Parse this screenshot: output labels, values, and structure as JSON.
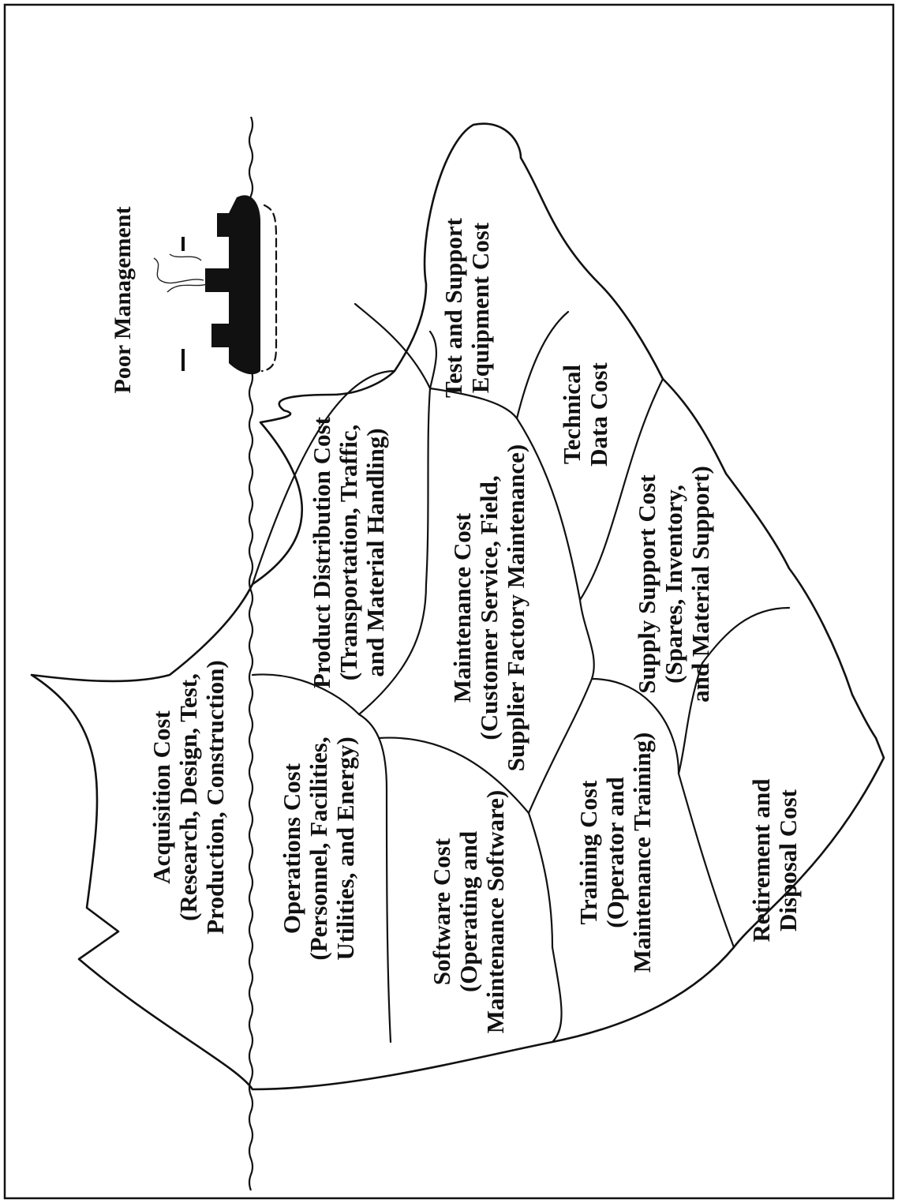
{
  "title": "Poor Management",
  "regions": [
    {
      "id": "acquisition",
      "lines": [
        "Acquisition Cost",
        "(Research, Design, Test,",
        "Production, Construction)"
      ]
    },
    {
      "id": "operations",
      "lines": [
        "Operations Cost",
        "(Personnel, Facilities,",
        "Utilities, and Energy)"
      ]
    },
    {
      "id": "software",
      "lines": [
        "Software Cost",
        "(Operating and",
        "Maintenance Software)"
      ]
    },
    {
      "id": "training",
      "lines": [
        "Training Cost",
        "(Operator and",
        "Maintenance Training)"
      ]
    },
    {
      "id": "retirement",
      "lines": [
        "Retirement and",
        "Disposal Cost"
      ]
    },
    {
      "id": "product-distribution",
      "lines": [
        "Product Distribution Cost",
        "(Transportation, Traffic,",
        "and Material Handling)"
      ]
    },
    {
      "id": "maintenance",
      "lines": [
        "Maintenance Cost",
        "(Customer Service, Field,",
        "Supplier Factory Maintenance)"
      ]
    },
    {
      "id": "supply-support",
      "lines": [
        "Supply Support Cost",
        "(Spares, Inventory,",
        "and Material Support)"
      ]
    },
    {
      "id": "technical-data",
      "lines": [
        "Technical",
        "Data Cost"
      ]
    },
    {
      "id": "test-support",
      "lines": [
        "Test and Support",
        "Equipment Cost"
      ]
    }
  ]
}
